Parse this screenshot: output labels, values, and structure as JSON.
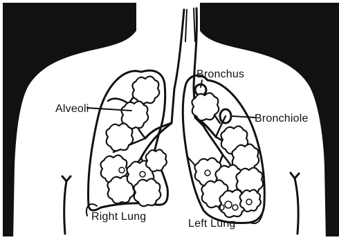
{
  "labels": {
    "alveoli": "Alveoli",
    "bronchus": "Bronchus",
    "bronchiole": "Bronchiole",
    "right_lung": "Right Lung",
    "left_lung": "Left Lung"
  },
  "colors": {
    "background": "#111111",
    "body": "#ffffff",
    "ink": "#111111",
    "scan_edge": "#ffffff"
  }
}
